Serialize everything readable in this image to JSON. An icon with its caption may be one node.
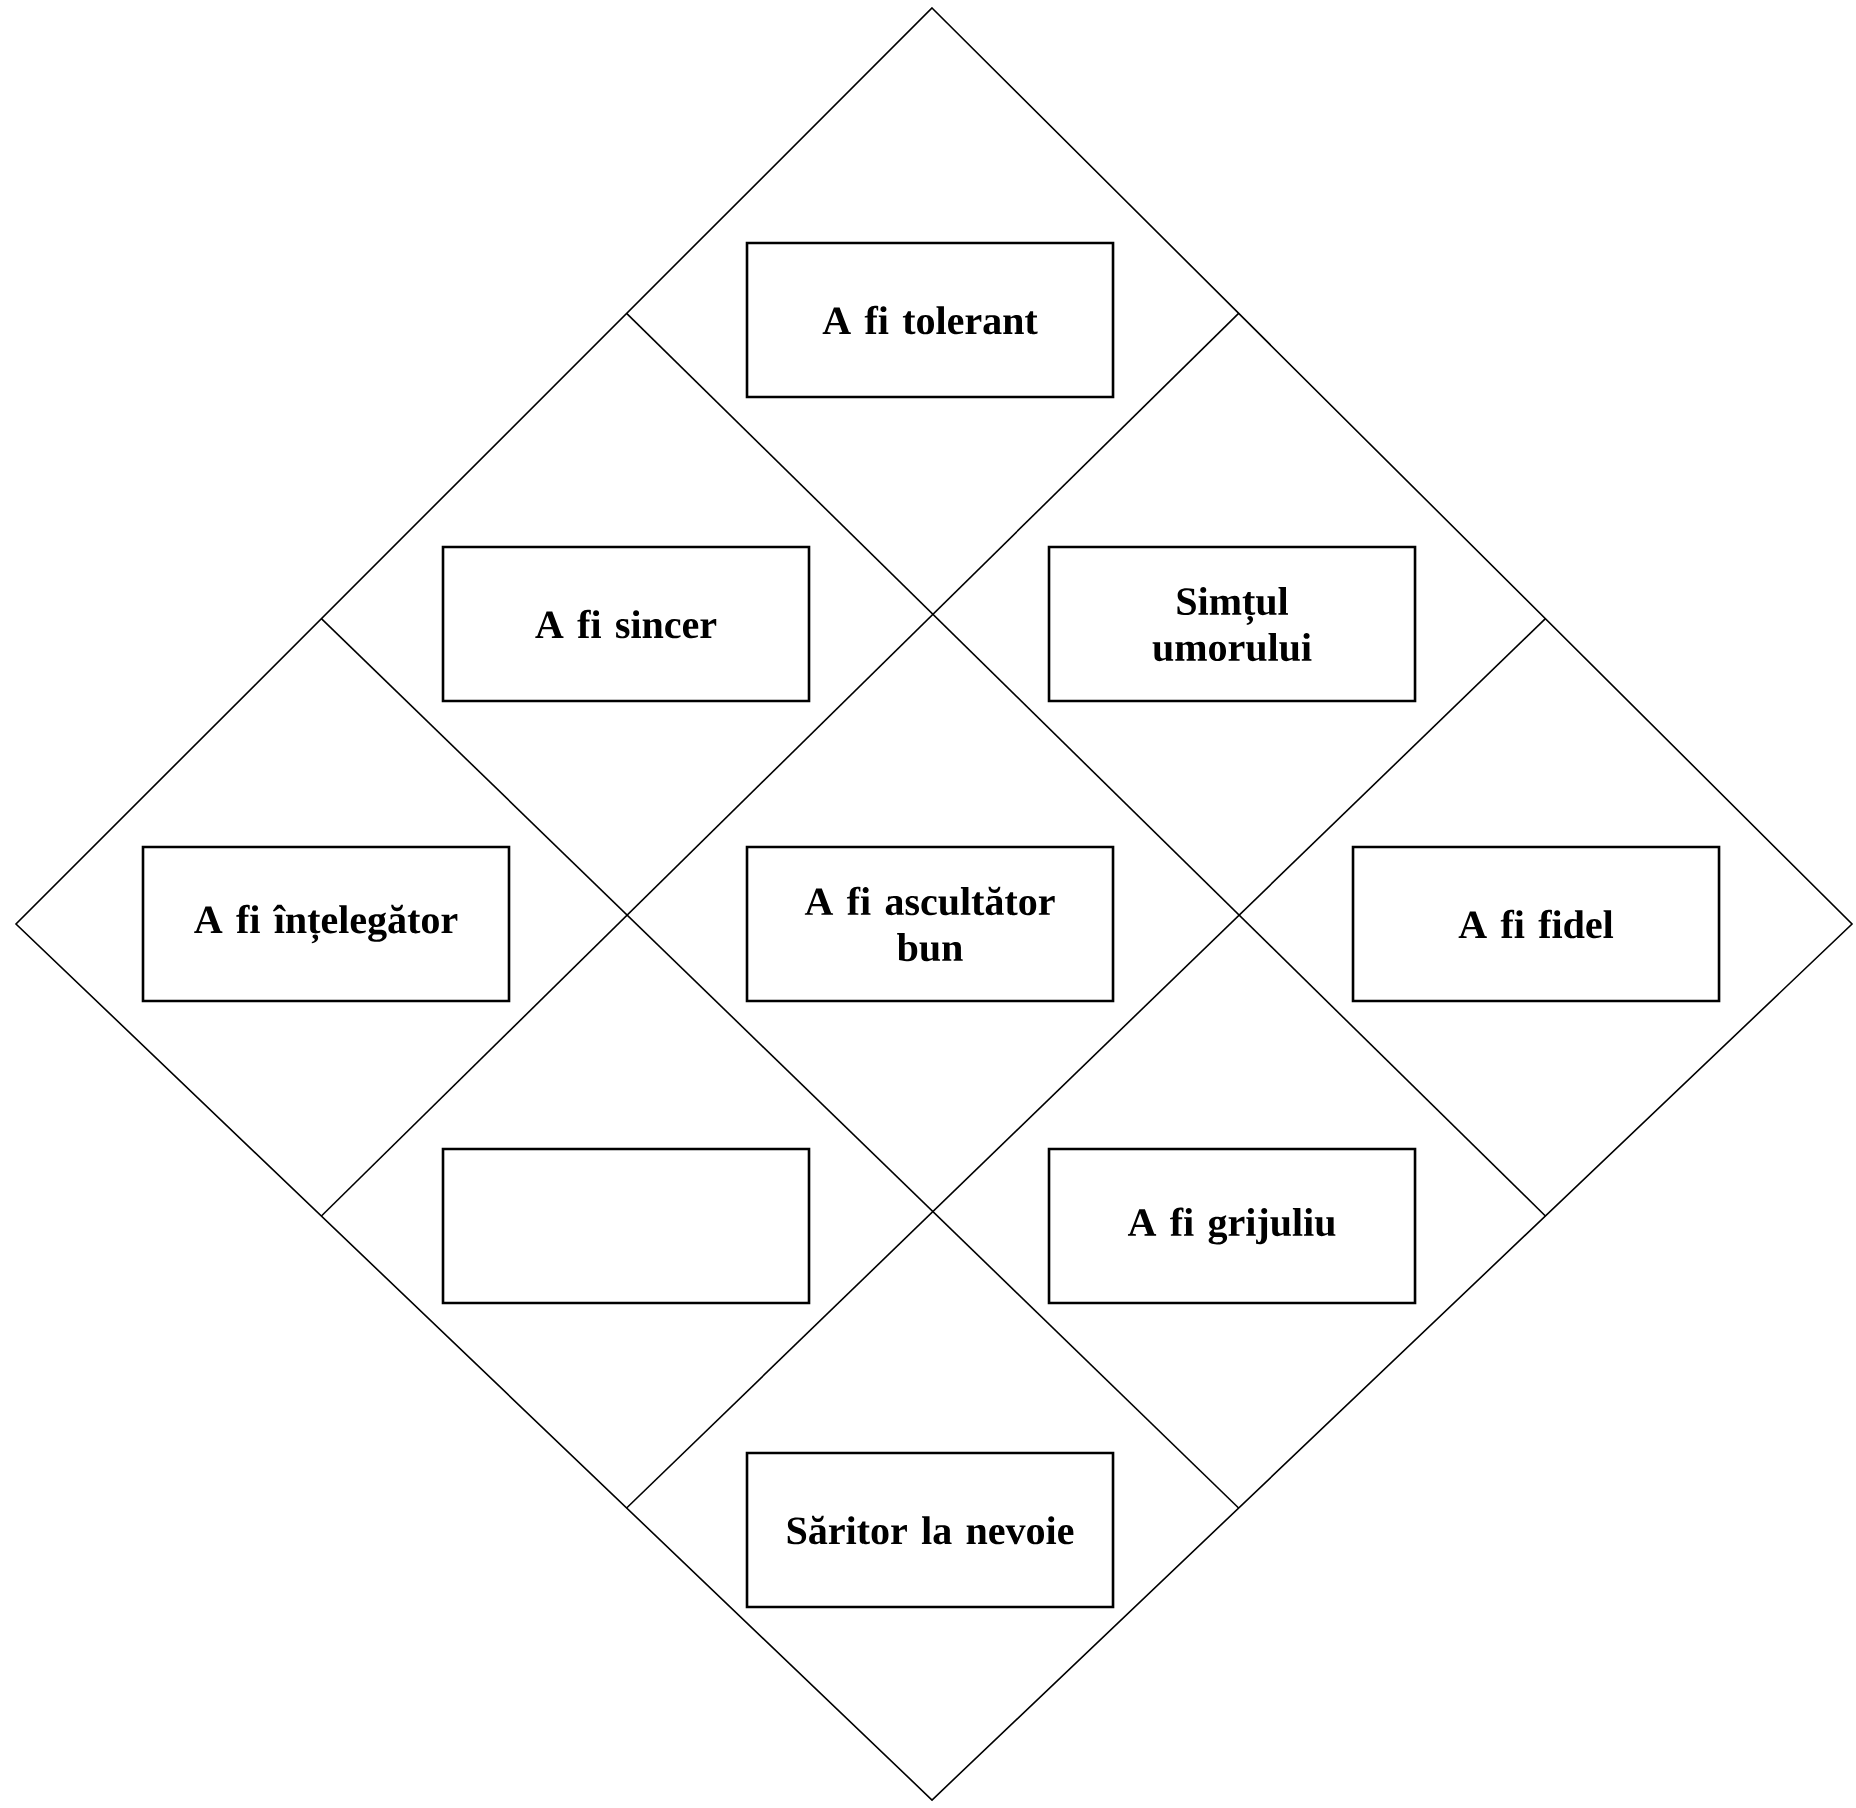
{
  "diagram": {
    "nodes": [
      {
        "text": [
          "A fi tolerant"
        ]
      },
      {
        "text": [
          "A fi sincer"
        ]
      },
      {
        "text": [
          "Simțul umorului"
        ]
      },
      {
        "text": [
          "A fi înțelegător"
        ]
      },
      {
        "text": [
          "A fi ascultător bun"
        ]
      },
      {
        "text": [
          "A fi fidel"
        ]
      },
      {
        "text": [],
        "shape": "box"
      },
      {
        "text": [
          "A fi grijuliu"
        ]
      },
      {
        "text": [
          "Săritor la nevoie"
        ]
      }
    ]
  }
}
